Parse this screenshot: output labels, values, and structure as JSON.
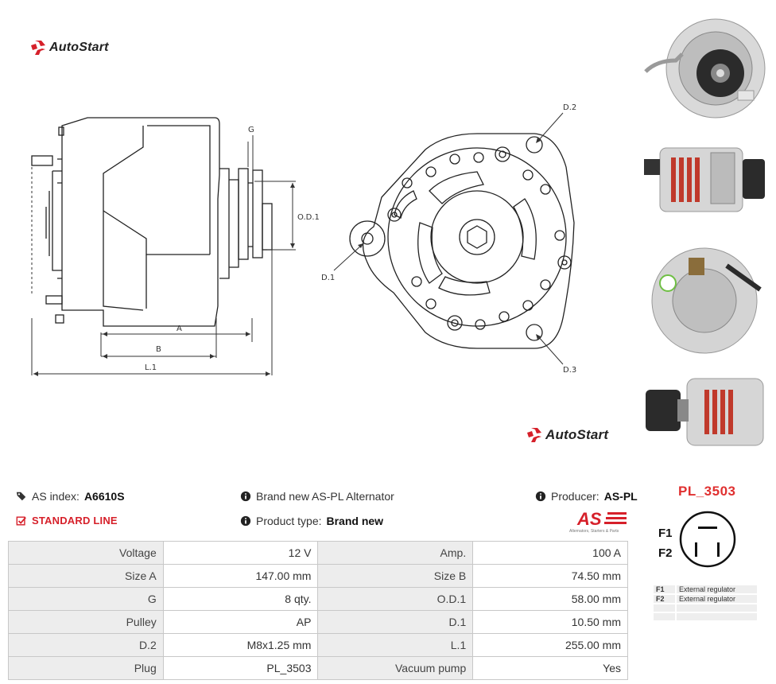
{
  "brand": {
    "logo_text": "AutoStart",
    "accent_color": "#d6202a"
  },
  "drawing": {
    "labels": {
      "g": "G",
      "od1": "O.D.1",
      "a": "A",
      "b": "B",
      "l1": "L.1",
      "d1": "D.1",
      "d2": "D.2",
      "d3": "D.3"
    }
  },
  "info": {
    "as_index_label": "AS index:",
    "as_index_value": "A6610S",
    "line_label": "STANDARD LINE",
    "brand_new_text": "Brand new AS-PL Alternator",
    "product_type_label": "Product type:",
    "product_type_value": "Brand new",
    "producer_label": "Producer:",
    "producer_value": "AS-PL",
    "producer_logo_text": "AS",
    "producer_tagline": "Alternators, Starters & Parts"
  },
  "specs": {
    "rows": [
      [
        {
          "label": "Voltage",
          "value": "12 V"
        },
        {
          "label": "Amp.",
          "value": "100 A"
        }
      ],
      [
        {
          "label": "Size A",
          "value": "147.00 mm"
        },
        {
          "label": "Size B",
          "value": "74.50 mm"
        }
      ],
      [
        {
          "label": "G",
          "value": "8 qty."
        },
        {
          "label": "O.D.1",
          "value": "58.00 mm"
        }
      ],
      [
        {
          "label": "Pulley",
          "value": "AP"
        },
        {
          "label": "D.1",
          "value": "10.50 mm"
        }
      ],
      [
        {
          "label": "D.2",
          "value": "M8x1.25 mm"
        },
        {
          "label": "L.1",
          "value": "255.00 mm"
        }
      ],
      [
        {
          "label": "Plug",
          "value": "PL_3503"
        },
        {
          "label": "Vacuum pump",
          "value": "Yes"
        }
      ]
    ]
  },
  "plug": {
    "code": "PL_3503",
    "pins": [
      {
        "pin": "F1",
        "desc": "External regulator"
      },
      {
        "pin": "F2",
        "desc": "External regulator"
      },
      {
        "pin": "",
        "desc": ""
      },
      {
        "pin": "",
        "desc": ""
      }
    ]
  }
}
